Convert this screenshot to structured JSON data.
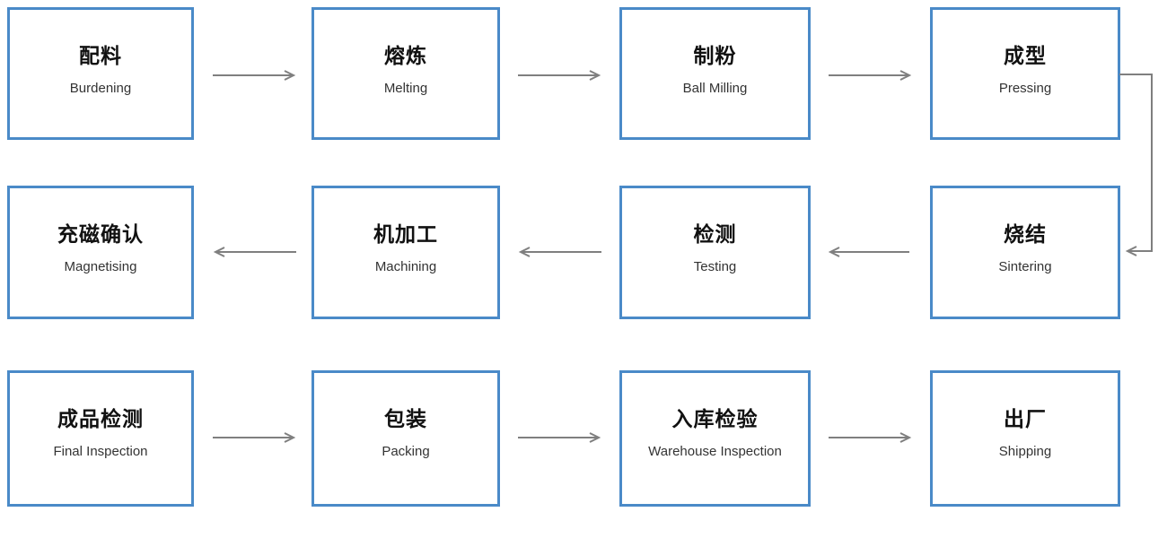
{
  "flow": {
    "description": "Magnet manufacturing process flowchart, 3 rows of 4 steps",
    "colors": {
      "box_border": "#4a8ac8",
      "arrow": "#7f7f7f",
      "title_zh": "#111111",
      "title_en": "#333333",
      "background": "#ffffff"
    },
    "rows": [
      {
        "direction": "right",
        "nodes": [
          {
            "zh": "配料",
            "en": "Burdening"
          },
          {
            "zh": "熔炼",
            "en": "Melting"
          },
          {
            "zh": "制粉",
            "en": "Ball Milling"
          },
          {
            "zh": "成型",
            "en": "Pressing"
          }
        ]
      },
      {
        "direction": "left",
        "nodes": [
          {
            "zh": "充磁确认",
            "en": "Magnetising"
          },
          {
            "zh": "机加工",
            "en": "Machining"
          },
          {
            "zh": "检测",
            "en": "Testing"
          },
          {
            "zh": "烧结",
            "en": "Sintering"
          }
        ]
      },
      {
        "direction": "right",
        "nodes": [
          {
            "zh": "成品检测",
            "en": "Final Inspection"
          },
          {
            "zh": "包装",
            "en": "Packing"
          },
          {
            "zh": "入库检验",
            "en": "Warehouse Inspection"
          },
          {
            "zh": "出厂",
            "en": "Shipping"
          }
        ]
      }
    ],
    "process_order": [
      "Burdening",
      "Melting",
      "Ball Milling",
      "Pressing",
      "Sintering",
      "Testing",
      "Machining",
      "Magnetising",
      "Final Inspection",
      "Packing",
      "Warehouse Inspection",
      "Shipping"
    ]
  }
}
